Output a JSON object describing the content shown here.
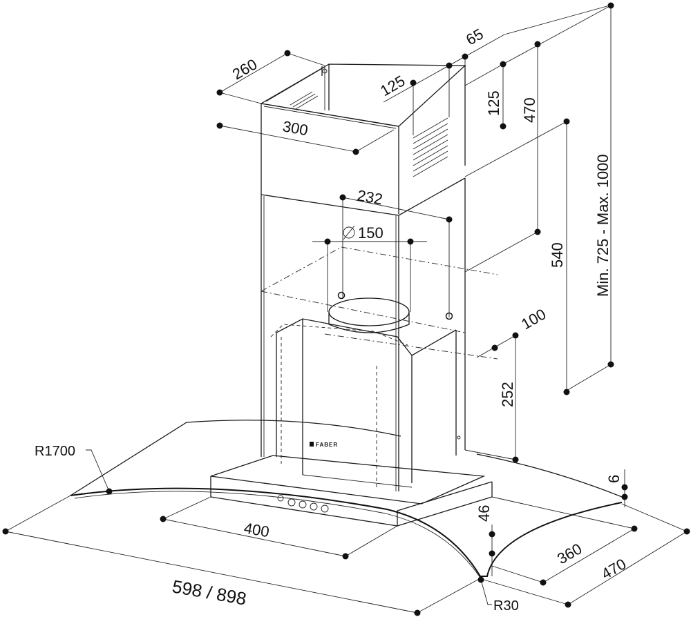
{
  "diagram": {
    "brand": "FABER",
    "colors": {
      "line": "#1a1a1a",
      "text": "#111111",
      "dot": "#111111",
      "background": "#ffffff"
    },
    "dimensions": {
      "d260": "260",
      "d300": "300",
      "d125a": "125",
      "d65": "65",
      "d125b": "125",
      "d470a": "470",
      "d1000": "Min. 725 - Max. 1000",
      "d232": "232",
      "d150": "150",
      "d540": "540",
      "d100": "100",
      "d252": "252",
      "dR1700": "R1700",
      "d6": "6",
      "d46": "46",
      "d400": "400",
      "d360": "360",
      "d470b": "470",
      "d598": "598 / 898",
      "dR30": "R30"
    }
  }
}
